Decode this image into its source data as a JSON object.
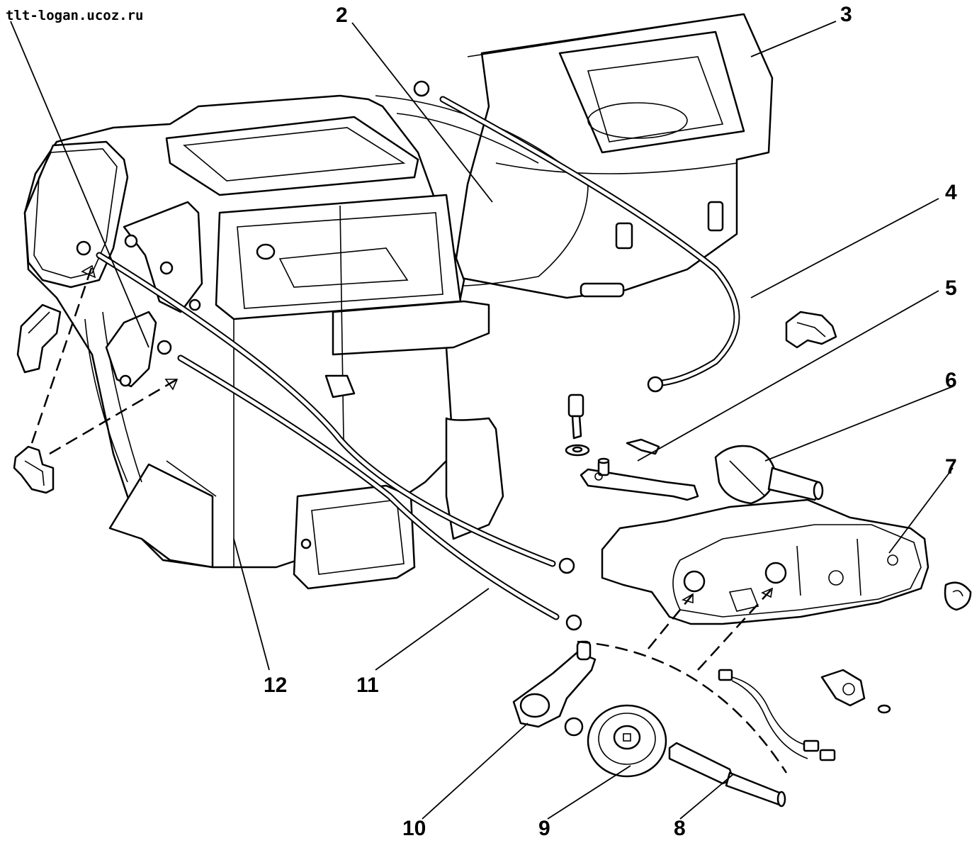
{
  "watermark": "tlt-logan.ucoz.ru",
  "callouts": [
    "2",
    "3",
    "4",
    "5",
    "6",
    "7",
    "8",
    "9",
    "10",
    "11",
    "12"
  ]
}
